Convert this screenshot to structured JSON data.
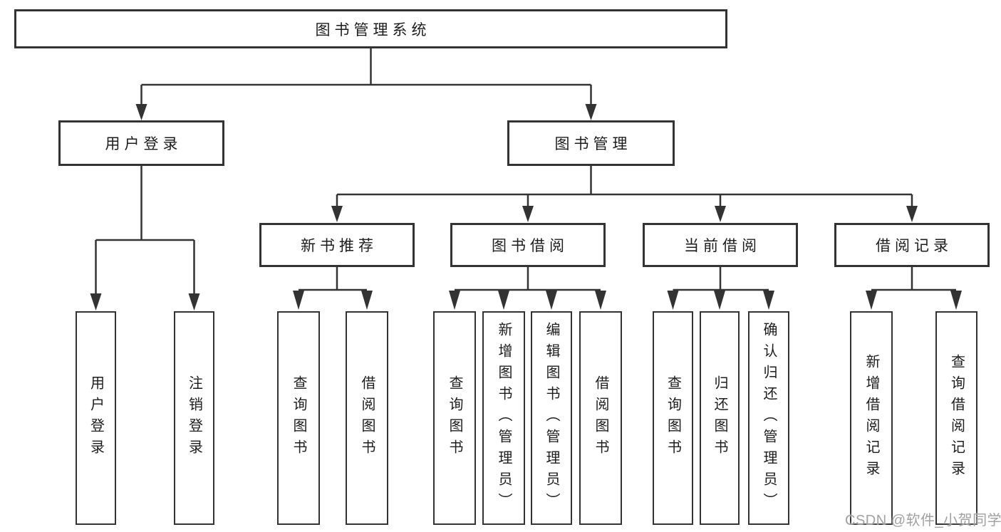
{
  "diagram": {
    "root": {
      "label": "图书管理系统"
    },
    "level2": [
      {
        "id": "user-login",
        "label": "用户登录",
        "children": [
          {
            "label": "用户登录"
          },
          {
            "label": "注销登录"
          }
        ]
      },
      {
        "id": "book-management",
        "label": "图书管理",
        "children": [
          {
            "id": "new-book-recommend",
            "label": "新书推荐",
            "children": [
              {
                "label": "查询图书"
              },
              {
                "label": "借阅图书"
              }
            ]
          },
          {
            "id": "book-borrowing",
            "label": "图书借阅",
            "children": [
              {
                "label": "查询图书"
              },
              {
                "label": "新增图书（管理员）"
              },
              {
                "label": "编辑图书（管理员）"
              },
              {
                "label": "借阅图书"
              }
            ]
          },
          {
            "id": "current-borrowing",
            "label": "当前借阅",
            "children": [
              {
                "label": "查询图书"
              },
              {
                "label": "归还图书"
              },
              {
                "label": "确认归还（管理员）"
              }
            ]
          },
          {
            "id": "borrowing-records",
            "label": "借阅记录",
            "children": [
              {
                "label": "新增借阅记录"
              },
              {
                "label": "查询借阅记录"
              }
            ]
          }
        ]
      }
    ]
  },
  "watermark": {
    "text": "CSDN @软件_小贺同学"
  },
  "colors": {
    "line": "#333333",
    "box_border": "#333333",
    "text": "#1d1d1d",
    "watermark": "#a1a1a1",
    "background": "#ffffff"
  }
}
